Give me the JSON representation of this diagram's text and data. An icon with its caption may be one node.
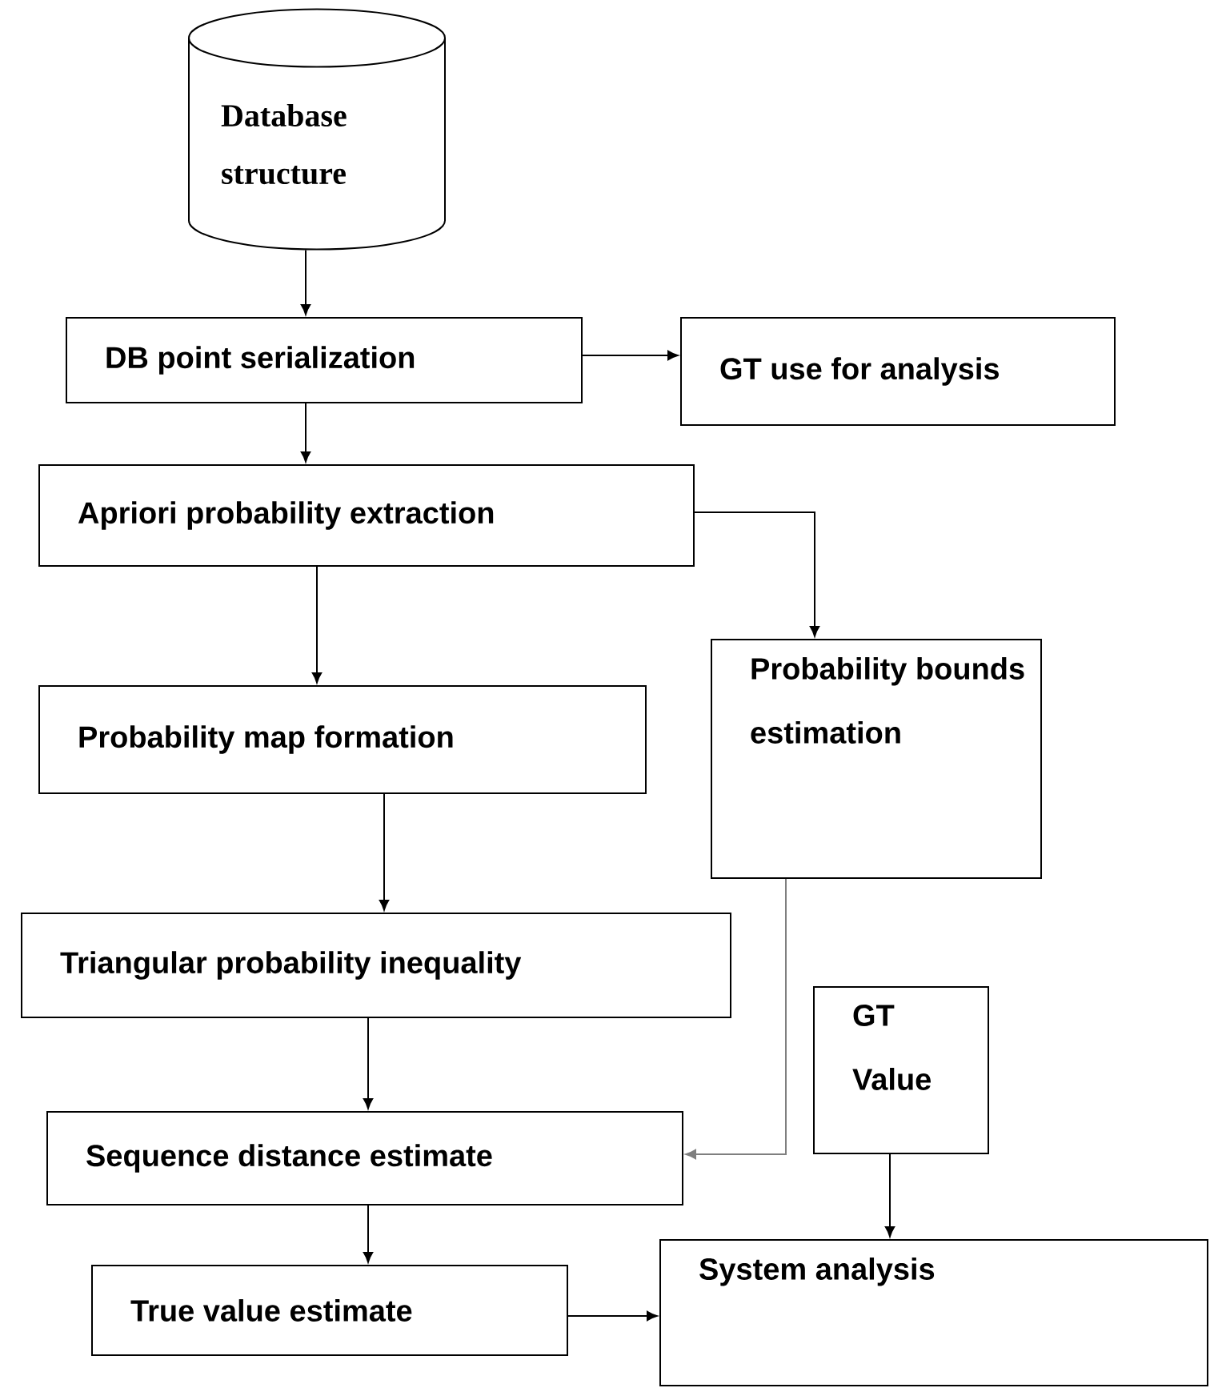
{
  "diagram": {
    "nodes": [
      {
        "text": [
          "Database structure"
        ]
      },
      {
        "text": [
          "DB point serialization"
        ]
      },
      {
        "text": [
          "GT use for analysis"
        ]
      },
      {
        "text": [
          "Apriori probability extraction"
        ]
      },
      {
        "text": [
          "Probability map formation"
        ]
      },
      {
        "text": [
          "Probability bounds estimation"
        ]
      },
      {
        "text": [
          "Triangular probability inequality"
        ]
      },
      {
        "text": [
          "GT Value"
        ]
      },
      {
        "text": [
          "Sequence distance estimate"
        ]
      },
      {
        "text": [
          "True value estimate"
        ]
      },
      {
        "text": [
          "System analysis"
        ]
      }
    ],
    "edges": [
      {
        "from": 0,
        "to": 1,
        "arrow": "to"
      },
      {
        "from": 1,
        "to": 2,
        "arrow": "to"
      },
      {
        "from": 1,
        "to": 3,
        "arrow": "to"
      },
      {
        "from": 3,
        "to": 4,
        "arrow": "to"
      },
      {
        "from": 3,
        "to": 5,
        "arrow": "to"
      },
      {
        "from": 4,
        "to": 6,
        "arrow": "to"
      },
      {
        "from": 6,
        "to": 8,
        "arrow": "to"
      },
      {
        "from": 5,
        "to": 8,
        "arrow": "to",
        "color": "#7f7f7f"
      },
      {
        "from": 7,
        "to": 10,
        "arrow": "to"
      },
      {
        "from": 8,
        "to": 9,
        "arrow": "to"
      },
      {
        "from": 9,
        "to": 10,
        "arrow": "to"
      }
    ]
  }
}
